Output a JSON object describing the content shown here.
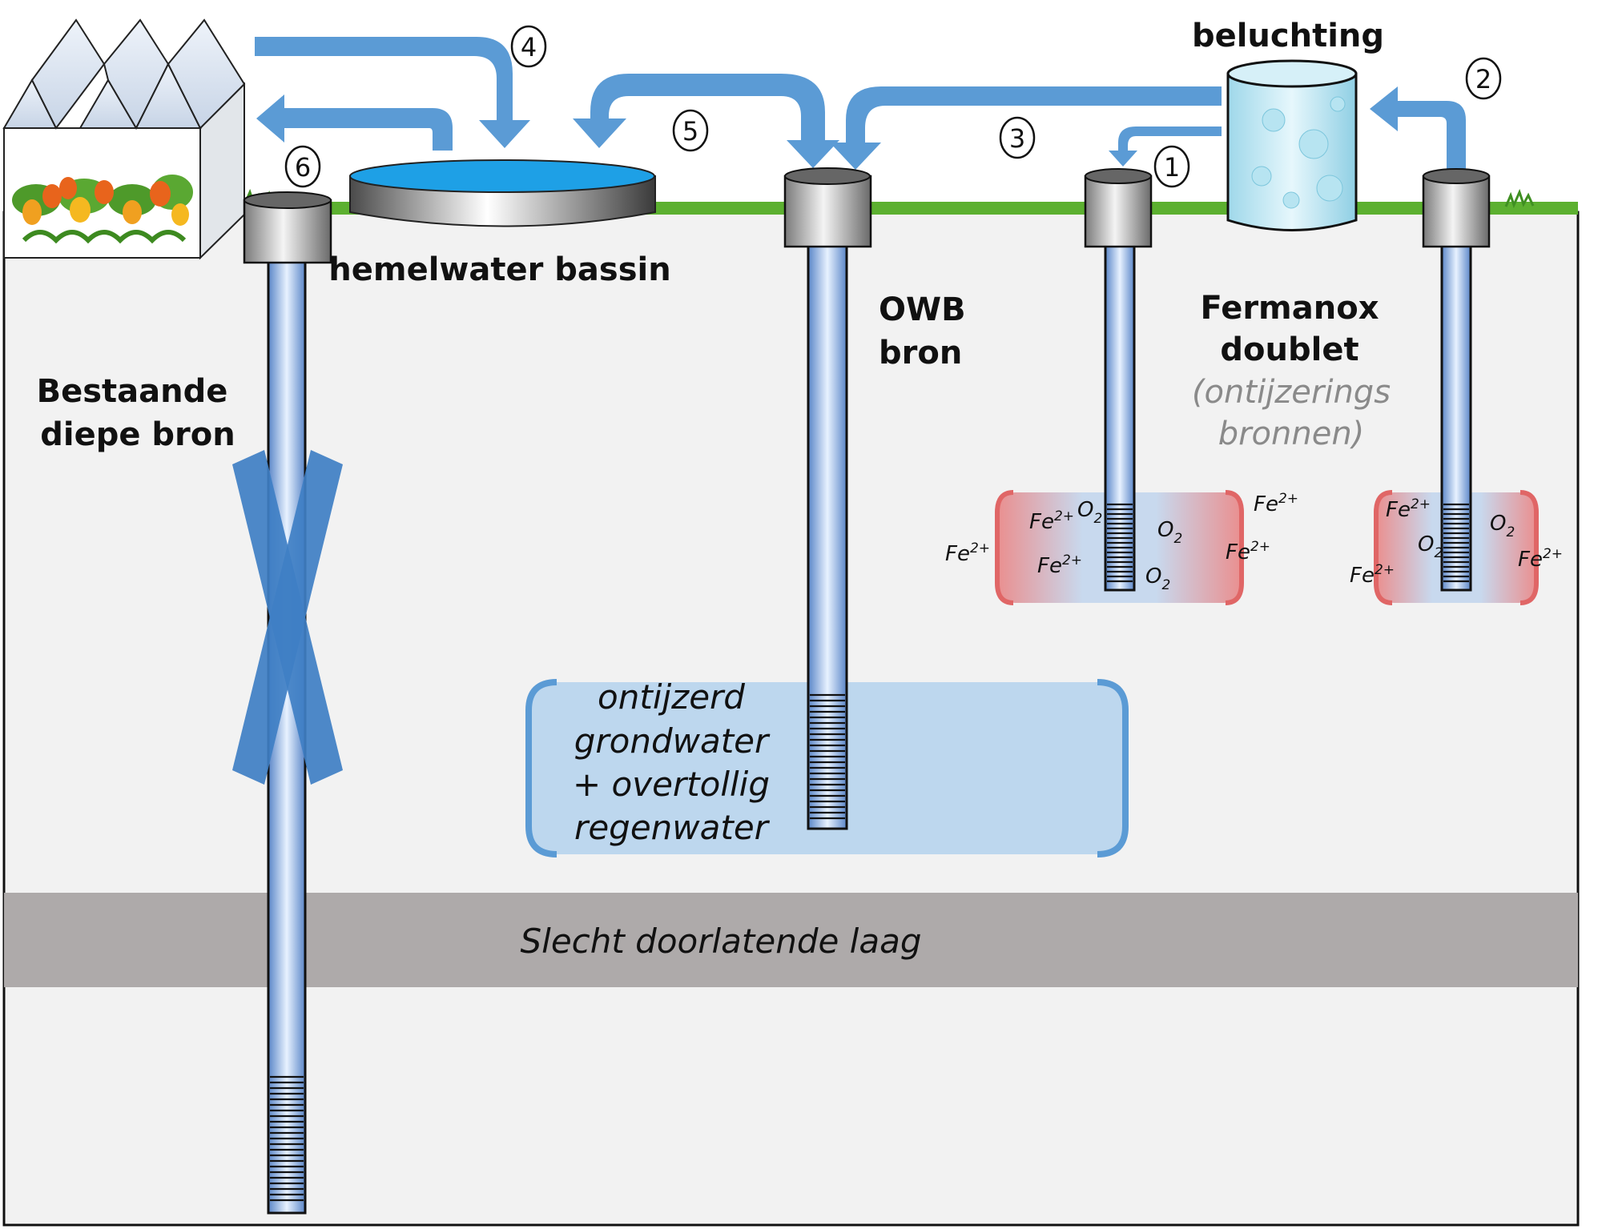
{
  "labels": {
    "beluchting": "beluchting",
    "hemelwater_bassin": "hemelwater  bassin",
    "owb_line1": "OWB",
    "owb_line2": "bron",
    "fermanox_line1": "Fermanox",
    "fermanox_line2": "doublet",
    "ontijzerings_line1": "(ontijzerings",
    "ontijzerings_line2": "bronnen)",
    "bestaande_line1": "Bestaande",
    "bestaande_line2": "diepe  bron",
    "aquifer_line1": "ontijzerd",
    "aquifer_line2": "grondwater",
    "aquifer_line3": "+ overtollig",
    "aquifer_line4": "regenwater",
    "clay_layer": "Slecht  doorlatende  laag"
  },
  "steps": [
    "1",
    "2",
    "3",
    "4",
    "5",
    "6"
  ],
  "chem": {
    "fe": "Fe",
    "fe_charge": "2+",
    "o": "O",
    "o_sub": "2"
  },
  "colors": {
    "arrow": "#5b9bd5",
    "ground": "#f2f2f2",
    "clay": "#aeaaaa",
    "grass": "#66bb33",
    "water_zone": "#bdd7ee",
    "iron_zone": "#e06666",
    "basin_water": "#1ea0e6"
  }
}
